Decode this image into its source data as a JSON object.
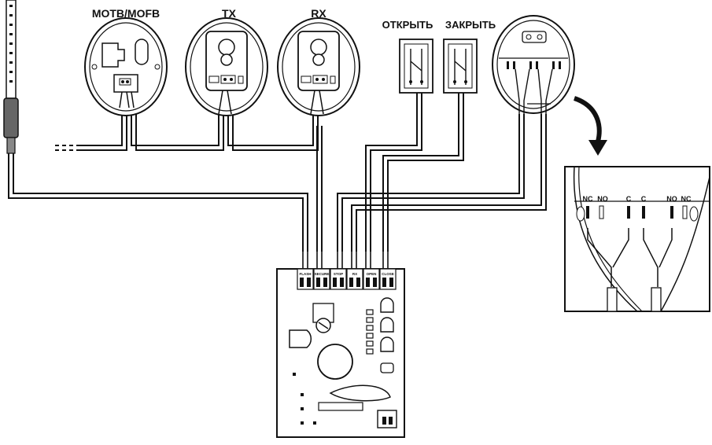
{
  "devices": {
    "motb_label": "MOTB/MOFB",
    "tx_label": "TX",
    "rx_label": "RX",
    "open_label": "ОТКРЫТЬ",
    "close_label": "ЗАКРЫТЬ"
  },
  "detail": {
    "terminals": [
      "NC",
      "NO",
      "C",
      "C",
      "NO",
      "NC"
    ]
  },
  "board": {
    "terminal_blocks": [
      "FLASH",
      "SECURE",
      "STOP",
      "RX",
      "OPEN",
      "CLOSE"
    ]
  }
}
